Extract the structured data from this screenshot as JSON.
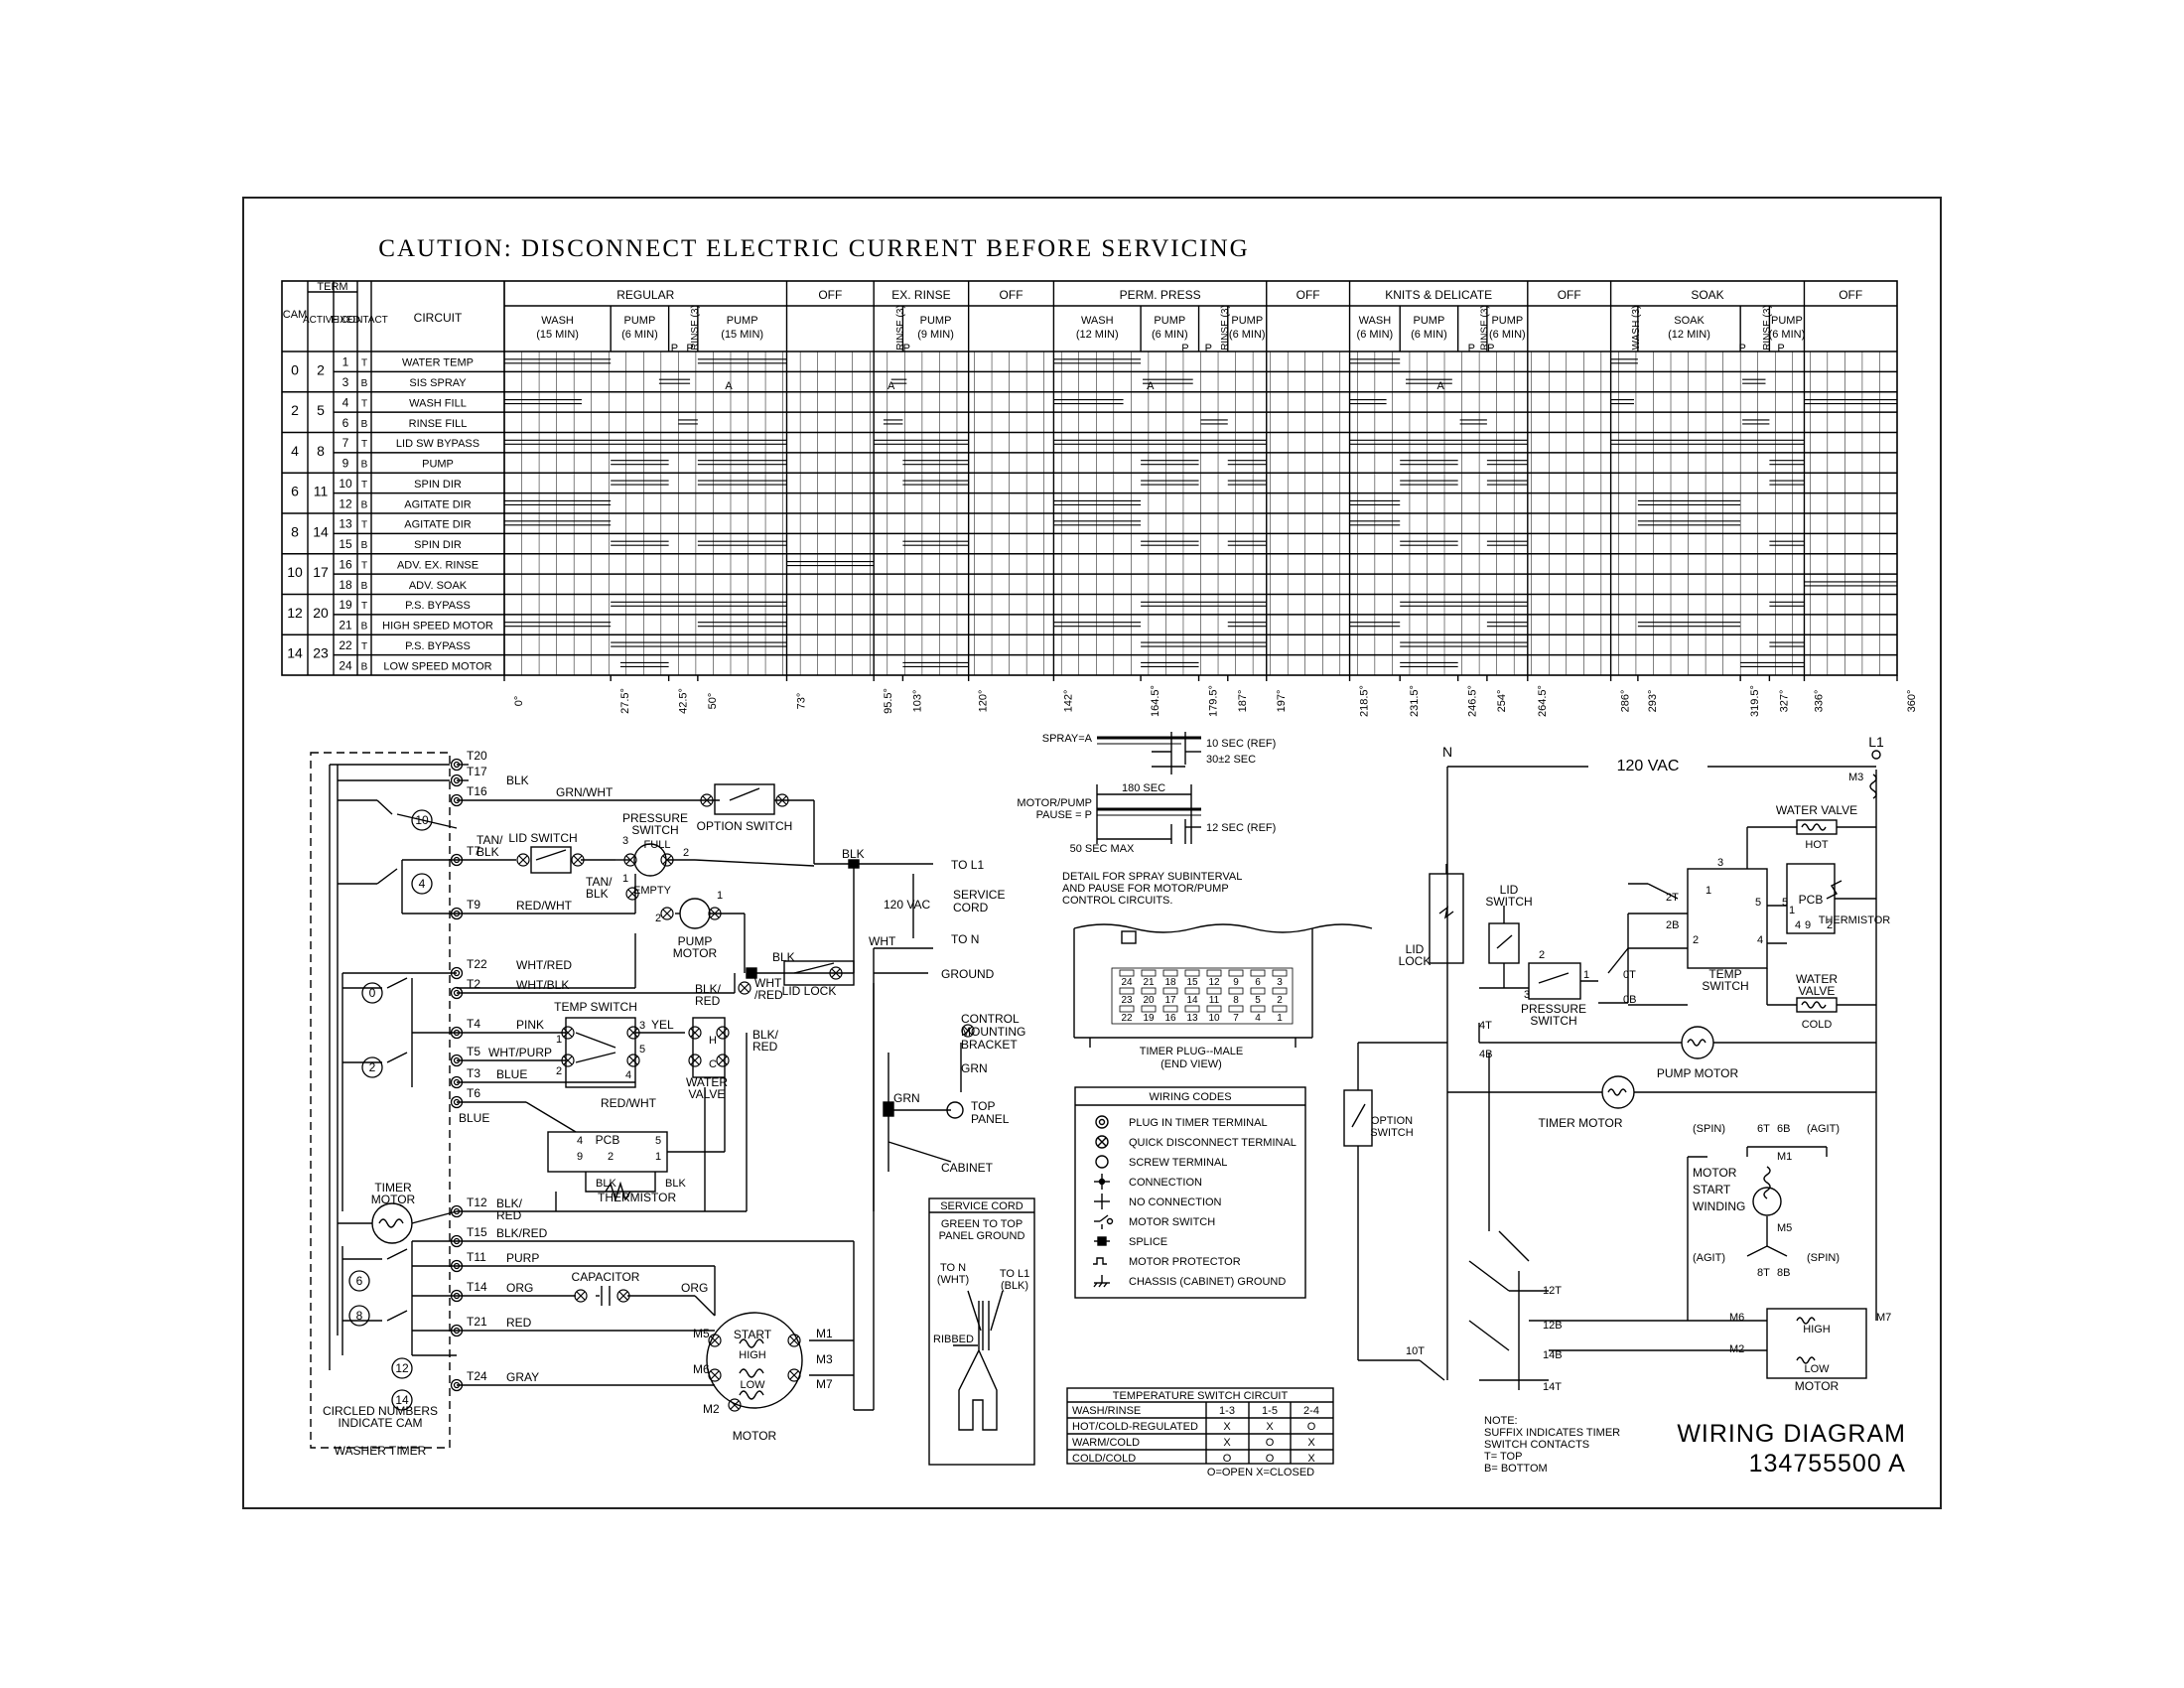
{
  "caution": "CAUTION: DISCONNECT ELECTRIC CURRENT BEFORE SERVICING",
  "timer_chart": {
    "headers": {
      "cam": "CAM",
      "term": "TERM",
      "active": "ACTIVE",
      "fixed": "FIXED",
      "contact": "CONTACT",
      "circuit": "CIRCUIT"
    },
    "cycles": [
      {
        "name": "REGULAR",
        "subs": [
          "WASH (15 MIN)",
          "PUMP (6 MIN)",
          "RINSE (3)",
          "PUMP (15 MIN)"
        ]
      },
      {
        "name": "OFF",
        "subs": []
      },
      {
        "name": "EX. RINSE",
        "subs": [
          "RINSE (3)",
          "PUMP (9 MIN)"
        ]
      },
      {
        "name": "OFF",
        "subs": []
      },
      {
        "name": "PERM. PRESS",
        "subs": [
          "WASH (12 MIN)",
          "PUMP (6 MIN)",
          "RINSE (3)",
          "PUMP (6 MIN)"
        ]
      },
      {
        "name": "OFF",
        "subs": []
      },
      {
        "name": "KNITS & DELICATE",
        "subs": [
          "WASH (6 MIN)",
          "PUMP (6 MIN)",
          "RINSE (3)",
          "PUMP (6 MIN)"
        ]
      },
      {
        "name": "OFF",
        "subs": []
      },
      {
        "name": "SOAK",
        "subs": [
          "WASH (3)",
          "SOAK (12 MIN)",
          "RINSE (3)",
          "PUMP (6 MIN)"
        ]
      },
      {
        "name": "OFF",
        "subs": []
      }
    ],
    "rows": [
      {
        "cam": "0",
        "active": "2",
        "fixed": "1",
        "contact": "T",
        "circuit": "WATER TEMP"
      },
      {
        "cam": "",
        "active": "",
        "fixed": "3",
        "contact": "B",
        "circuit": "SIS SPRAY"
      },
      {
        "cam": "2",
        "active": "5",
        "fixed": "4",
        "contact": "T",
        "circuit": "WASH FILL"
      },
      {
        "cam": "",
        "active": "",
        "fixed": "6",
        "contact": "B",
        "circuit": "RINSE FILL"
      },
      {
        "cam": "4",
        "active": "8",
        "fixed": "7",
        "contact": "T",
        "circuit": "LID SW BYPASS"
      },
      {
        "cam": "",
        "active": "",
        "fixed": "9",
        "contact": "B",
        "circuit": "PUMP"
      },
      {
        "cam": "6",
        "active": "11",
        "fixed": "10",
        "contact": "T",
        "circuit": "SPIN DIR"
      },
      {
        "cam": "",
        "active": "",
        "fixed": "12",
        "contact": "B",
        "circuit": "AGITATE DIR"
      },
      {
        "cam": "8",
        "active": "14",
        "fixed": "13",
        "contact": "T",
        "circuit": "AGITATE DIR"
      },
      {
        "cam": "",
        "active": "",
        "fixed": "15",
        "contact": "B",
        "circuit": "SPIN DIR"
      },
      {
        "cam": "10",
        "active": "17",
        "fixed": "16",
        "contact": "T",
        "circuit": "ADV. EX. RINSE"
      },
      {
        "cam": "",
        "active": "",
        "fixed": "18",
        "contact": "B",
        "circuit": "ADV. SOAK"
      },
      {
        "cam": "12",
        "active": "20",
        "fixed": "19",
        "contact": "T",
        "circuit": "P.S. BYPASS"
      },
      {
        "cam": "",
        "active": "",
        "fixed": "21",
        "contact": "B",
        "circuit": "HIGH SPEED MOTOR"
      },
      {
        "cam": "14",
        "active": "23",
        "fixed": "22",
        "contact": "T",
        "circuit": "P.S. BYPASS"
      },
      {
        "cam": "",
        "active": "",
        "fixed": "24",
        "contact": "B",
        "circuit": "LOW SPEED MOTOR"
      }
    ],
    "degrees": [
      "0°",
      "27.5°",
      "42.5°",
      "50°",
      "73°",
      "95.5°",
      "103°",
      "120°",
      "142°",
      "164.5°",
      "179.5°",
      "187°",
      "197°",
      "218.5°",
      "231.5°",
      "246.5°",
      "254°",
      "264.5°",
      "286°",
      "293°",
      "319.5°",
      "327°",
      "336°",
      "360°"
    ],
    "marks": {
      "p": "P",
      "a": "A"
    }
  },
  "timer_detail": {
    "spray": "SPRAY=A",
    "ten_sec": "10 SEC (REF)",
    "thirty_sec": "30±2 SEC",
    "one_eighty": "180 SEC",
    "motor_pump": "MOTOR/PUMP",
    "pause": "PAUSE = P",
    "twelve_sec": "12 SEC (REF)",
    "fifty_sec": "50 SEC MAX",
    "note1": "DETAIL FOR SPRAY SUBINTERVAL",
    "note2": "AND PAUSE FOR MOTOR/PUMP",
    "note3": "CONTROL CIRCUITS.",
    "plug_top": [
      "24",
      "21",
      "18",
      "15",
      "12",
      "9",
      "6",
      "3"
    ],
    "plug_mid": [
      "23",
      "20",
      "17",
      "14",
      "11",
      "8",
      "5",
      "2"
    ],
    "plug_bot": [
      "22",
      "19",
      "16",
      "13",
      "10",
      "7",
      "4",
      "1"
    ],
    "plug_label": "TIMER PLUG--MALE",
    "plug_sub": "(END VIEW)"
  },
  "wiring_codes": {
    "title": "WIRING CODES",
    "items": [
      "PLUG IN TIMER TERMINAL",
      "QUICK DISCONNECT TERMINAL",
      "SCREW TERMINAL",
      "CONNECTION",
      "NO CONNECTION",
      "MOTOR SWITCH",
      "SPLICE",
      "MOTOR PROTECTOR",
      "CHASSIS (CABINET) GROUND"
    ]
  },
  "service_cord": {
    "title": "SERVICE CORD",
    "line1": "GREEN TO TOP",
    "line2": "PANEL GROUND",
    "to_n": "TO N",
    "wht": "(WHT)",
    "to_l1": "TO L1",
    "blk": "(BLK)",
    "ribbed": "RIBBED"
  },
  "temp_table": {
    "title": "TEMPERATURE SWITCH CIRCUIT",
    "cols": [
      "",
      "1-3",
      "1-5",
      "2-4"
    ],
    "rows": [
      [
        "WASH/RINSE",
        "",
        "",
        ""
      ],
      [
        "HOT/COLD-REGULATED",
        "X",
        "X",
        "O"
      ],
      [
        "WARM/COLD",
        "X",
        "O",
        "X"
      ],
      [
        "COLD/COLD",
        "O",
        "O",
        "X"
      ]
    ],
    "legend": "O=OPEN    X=CLOSED"
  },
  "left_schematic": {
    "terminals": [
      "T20",
      "T17",
      "T16",
      "T7",
      "T9",
      "T22",
      "T2",
      "T4",
      "T5",
      "T3",
      "T6",
      "T12",
      "T15",
      "T11",
      "T14",
      "T21",
      "T24"
    ],
    "blk": "BLK",
    "grn_wht": "GRN/WHT",
    "tan_blk": "TAN/",
    "tan_blk2": "BLK",
    "lid_switch": "LID SWITCH",
    "pressure_switch": "PRESSURE",
    "pressure_switch2": "SWITCH",
    "full": "FULL",
    "empty": "EMPTY",
    "option_switch": "OPTION SWITCH",
    "to_l1": "TO L1",
    "to_n": "TO N",
    "service_cord": "SERVICE",
    "cord": "CORD",
    "vac": "120 VAC",
    "wht": "WHT",
    "red_wht": "RED/WHT",
    "pump_motor": "PUMP",
    "pump_motor2": "MOTOR",
    "wht_red": "WHT/RED",
    "wht_blk": "WHT/BLK",
    "wht_red2": "WHT",
    "wht_red3": "/RED",
    "lid_lock": "LID LOCK",
    "ground": "GROUND",
    "pink": "PINK",
    "temp_switch": "TEMP SWITCH",
    "yel": "YEL",
    "blk_red": "BLK/",
    "red": "RED",
    "wht_purp": "WHT/PURP",
    "blue": "BLUE",
    "water_valve": "WATER",
    "valve": "VALVE",
    "pcb": "PCB",
    "thermistor": "THERMISTOR",
    "control": "CONTROL",
    "mounting": "MOUNTING",
    "bracket": "BRACKET",
    "grn": "GRN",
    "top_panel": "TOP",
    "panel": "PANEL",
    "cabinet": "CABINET",
    "timer_motor": "TIMER",
    "motor": "MOTOR",
    "blk_red_t15": "BLK/RED",
    "purp": "PURP",
    "org": "ORG",
    "capacitor": "CAPACITOR",
    "start": "START",
    "high": "HIGH",
    "low": "LOW",
    "gray": "GRAY",
    "circled1": "CIRCLED NUMBERS",
    "circled2": "INDICATE CAM",
    "washer_timer": "WASHER TIMER",
    "cams": [
      "10",
      "4",
      "0",
      "2",
      "6",
      "8",
      "12",
      "14"
    ]
  },
  "right_schematic": {
    "n": "N",
    "l1": "L1",
    "vac": "120 VAC",
    "m3": "M3",
    "water_valve_hot": "WATER VALVE",
    "hot": "HOT",
    "thermistor": "THERMISTOR",
    "pcb": "PCB",
    "lid_switch": "LID",
    "lid_switch2": "SWITCH",
    "lid_lock": "LID",
    "lid_lock2": "LOCK",
    "pressure_switch": "PRESSURE",
    "pressure_switch2": "SWITCH",
    "temp_switch": "TEMP",
    "temp_switch2": "SWITCH",
    "water_valve_cold": "WATER",
    "valve": "VALVE",
    "cold": "COLD",
    "pump_motor": "PUMP MOTOR",
    "option_switch": "OPTION",
    "option_switch2": "SWITCH",
    "timer_motor": "TIMER MOTOR",
    "spin": "(SPIN)",
    "agit": "(AGIT)",
    "motor_start": "MOTOR",
    "start": "START",
    "winding": "WINDING",
    "high": "HIGH",
    "low": "LOW",
    "motor": "MOTOR",
    "labels": [
      "0T",
      "0B",
      "2T",
      "2B",
      "4T",
      "4B",
      "6T",
      "6B",
      "8T",
      "8B",
      "10T",
      "12T",
      "12B",
      "14B",
      "14T",
      "M1",
      "M2",
      "M5",
      "M6",
      "M7"
    ]
  },
  "note": {
    "l1": "NOTE:",
    "l2": "SUFFIX INDICATES TIMER",
    "l3": "SWITCH CONTACTS",
    "l4": "T= TOP",
    "l5": "B= BOTTOM"
  },
  "title_block": {
    "title": "WIRING DIAGRAM",
    "number": "134755500 A"
  }
}
